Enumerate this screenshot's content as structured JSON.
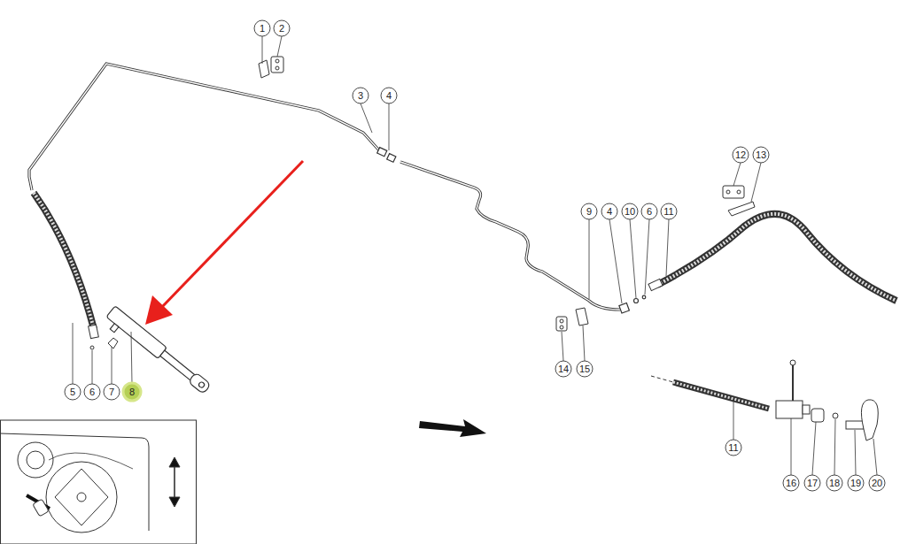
{
  "diagram": {
    "labels": [
      "1",
      "2",
      "3",
      "4",
      "12",
      "13",
      "9",
      "4",
      "10",
      "6",
      "11",
      "14",
      "15",
      "5",
      "6",
      "7",
      "8",
      "11",
      "16",
      "17",
      "18",
      "19",
      "20"
    ]
  }
}
